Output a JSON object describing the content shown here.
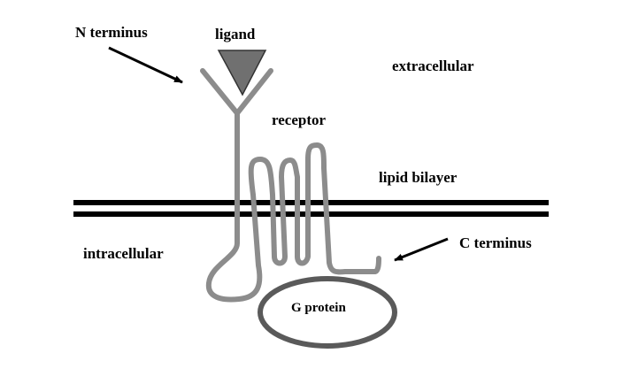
{
  "labels": {
    "n_terminus": "N terminus",
    "ligand": "ligand",
    "extracellular": "extracellular",
    "receptor": "receptor",
    "lipid_bilayer": "lipid bilayer",
    "intracellular": "intracellular",
    "c_terminus": "C terminus",
    "g_protein": "G protein"
  },
  "colors": {
    "receptor_chain": "#8c8c8c",
    "ligand_fill": "#707070",
    "ligand_stroke": "#333333",
    "membrane": "#000000",
    "g_protein_stroke": "#5a5a5a",
    "text": "#000000"
  },
  "icons": {
    "ligand": "inverted-triangle",
    "pointers": "arrow"
  }
}
